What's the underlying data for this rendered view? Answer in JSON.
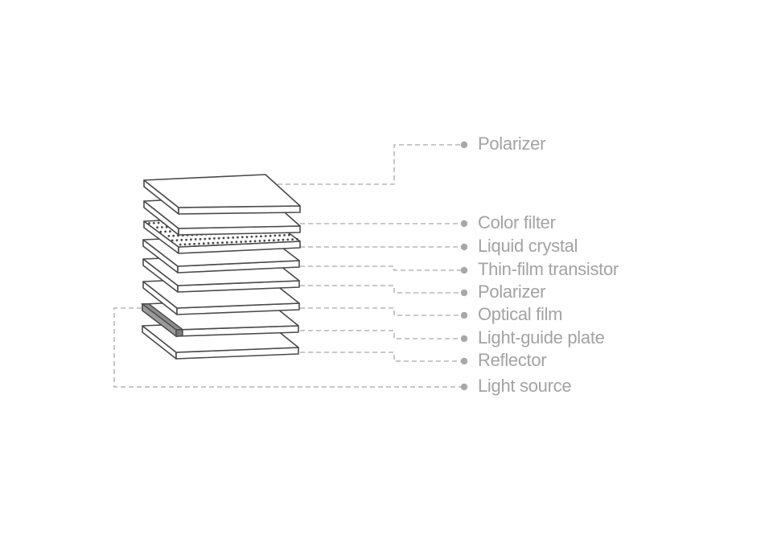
{
  "diagram": {
    "title": "",
    "layers": [
      {
        "id": "polarizer-top",
        "label": "Polarizer",
        "pattern": "plain"
      },
      {
        "id": "color-filter",
        "label": "Color filter",
        "pattern": "plain"
      },
      {
        "id": "liquid-crystal",
        "label": "Liquid crystal",
        "pattern": "dotted"
      },
      {
        "id": "thin-film-transistor",
        "label": "Thin-film transistor",
        "pattern": "plain"
      },
      {
        "id": "polarizer-bottom",
        "label": "Polarizer",
        "pattern": "plain"
      },
      {
        "id": "optical-film",
        "label": "Optical film",
        "pattern": "plain"
      },
      {
        "id": "light-guide-plate",
        "label": "Light-guide plate",
        "pattern": "plain"
      },
      {
        "id": "reflector",
        "label": "Reflector",
        "pattern": "plain"
      }
    ],
    "light_source": {
      "id": "light-source",
      "label": "Light source"
    },
    "colors": {
      "outline": "#4a4a4a",
      "leader": "#a8a8a8",
      "label": "#a3a3a3",
      "light_source_fill": "#8c8c8c",
      "plate_fill": "#ffffff"
    }
  }
}
